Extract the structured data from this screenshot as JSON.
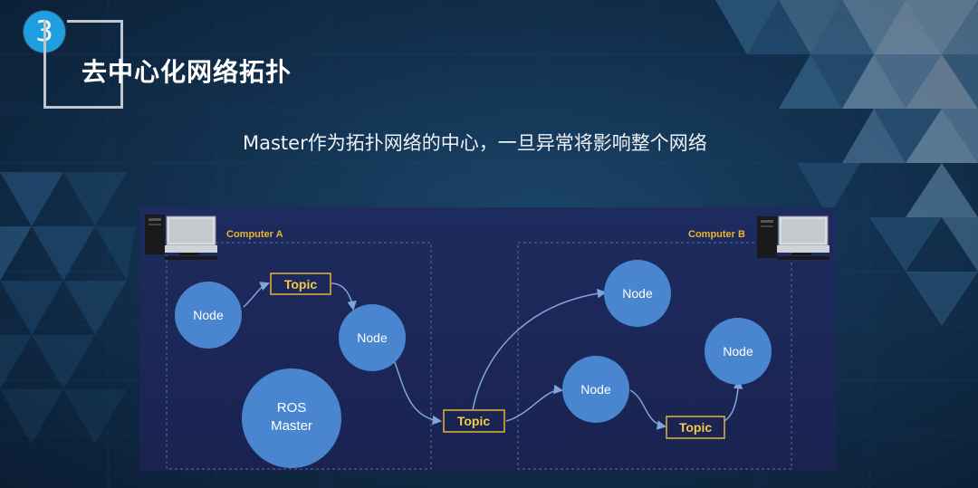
{
  "slide": {
    "section_number": "3",
    "title": "去中心化网络拓扑",
    "subtitle": "Master作为拓扑网络的中心，一旦异常将影响整个网络"
  },
  "diagram": {
    "computer_a_label": "Computer A",
    "computer_b_label": "Computer B",
    "nodes": [
      "Node",
      "Node",
      "Node",
      "Node",
      "Node"
    ],
    "topics": [
      "Topic",
      "Topic",
      "Topic"
    ],
    "master_line1": "ROS",
    "master_line2": "Master"
  },
  "colors": {
    "node_fill": "#4a86d0",
    "topic_border": "#e3b53a",
    "topic_text": "#f4c84a",
    "computer_label": "#e8b530",
    "edge": "#7fa6dc"
  }
}
